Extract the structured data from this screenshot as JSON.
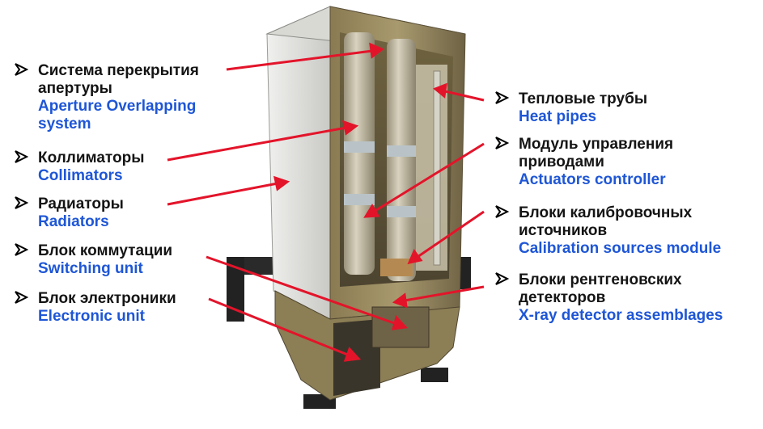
{
  "colors": {
    "russian_text": "#141414",
    "english_text": "#1e56d6",
    "arrow": "#e3142a",
    "bullet": "#000000"
  },
  "left_labels": [
    {
      "ru": "Система перекрытия апертуры",
      "en": "Aperture Overlapping system",
      "ru_lines": [
        "Система перекрытия",
        "апертуры"
      ],
      "en_lines": [
        "Aperture Overlapping",
        "system"
      ]
    },
    {
      "ru_lines": [
        "Коллиматоры"
      ],
      "en_lines": [
        "Collimators"
      ]
    },
    {
      "ru_lines": [
        "Радиаторы"
      ],
      "en_lines": [
        "Radiators"
      ]
    },
    {
      "ru_lines": [
        "Блок коммутации"
      ],
      "en_lines": [
        "Switching unit"
      ]
    },
    {
      "ru_lines": [
        "Блок электроники"
      ],
      "en_lines": [
        "Electronic  unit"
      ]
    }
  ],
  "right_labels": [
    {
      "ru_lines": [
        "Тепловые трубы"
      ],
      "en_lines": [
        "Heat pipes"
      ]
    },
    {
      "ru_lines": [
        "Модуль управления",
        "приводами"
      ],
      "en_lines": [
        "Actuators controller"
      ]
    },
    {
      "ru_lines": [
        "Блоки калибровочных",
        "источников"
      ],
      "en_lines": [
        "Calibration sources module"
      ]
    },
    {
      "ru_lines": [
        "Блоки рентгеновских",
        "детекторов"
      ],
      "en_lines": [
        "X-ray detector  assemblages"
      ]
    }
  ],
  "bullet_icon": "chevron-right-arrow-icon"
}
